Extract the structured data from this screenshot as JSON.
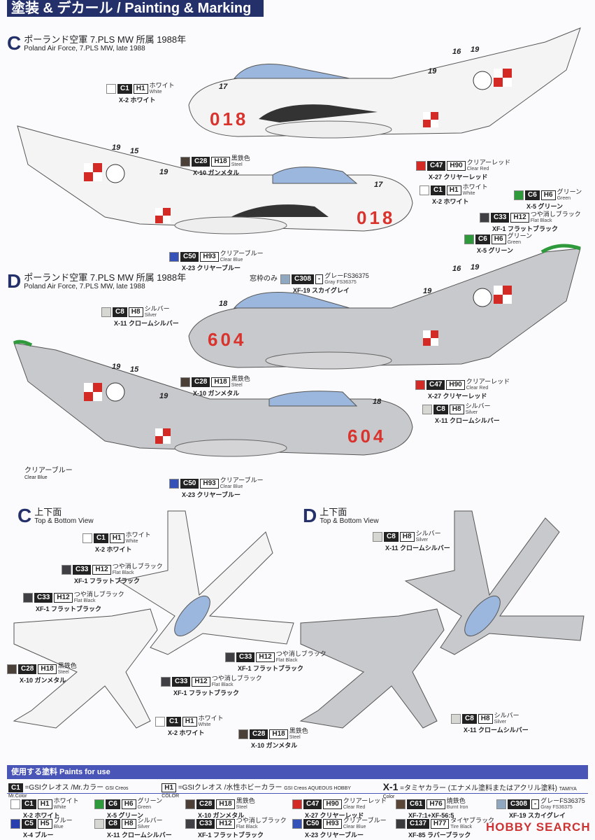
{
  "header": {
    "title": "塗装 & デカール / Painting & Marking"
  },
  "sections": {
    "c_side": {
      "letter": "C",
      "jp": "ポーランド空軍 7.PLS MW 所属 1988年",
      "en": "Poland Air Force, 7.PLS MW, late 1988"
    },
    "d_side": {
      "letter": "D",
      "jp": "ポーランド空軍 7.PLS MW 所属 1988年",
      "en": "Poland Air Force, 7.PLS MW, late 1988"
    },
    "c_top": {
      "letter": "C",
      "jp": "上下面",
      "en": "Top & Bottom View"
    },
    "d_top": {
      "letter": "D",
      "jp": "上下面",
      "en": "Top & Bottom View"
    }
  },
  "aircraft": {
    "c_code": "018",
    "d_code": "604",
    "c_fuselage": "#f3f3f3",
    "d_fuselage": "#c8c9cc",
    "canopy": "#9bb7de",
    "red": "#d8332d"
  },
  "decal_numbers": [
    "17",
    "16",
    "19",
    "19",
    "19",
    "15",
    "19",
    "17",
    "18",
    "16",
    "19",
    "19",
    "19",
    "15",
    "19",
    "18"
  ],
  "callouts": [
    {
      "color": "#ffffff",
      "c": "C1",
      "h": "H1",
      "jp": "ホワイト",
      "en": "White",
      "x": "X-2 ホワイト"
    },
    {
      "color": "#4a4037",
      "c": "C28",
      "h": "H18",
      "jp": "黒鉄色",
      "en": "Steel",
      "x": "X-10 ガンメタル"
    },
    {
      "color": "#d42a26",
      "c": "C47",
      "h": "H90",
      "jp": "クリアーレッド",
      "en": "Clear Red",
      "x": "X-27 クリヤーレッド"
    },
    {
      "color": "#ffffff",
      "c": "C1",
      "h": "H1",
      "jp": "ホワイト",
      "en": "White",
      "x": "X-2 ホワイト"
    },
    {
      "color": "#2f9a3c",
      "c": "C6",
      "h": "H6",
      "jp": "グリーン",
      "en": "Green",
      "x": "X-5 グリーン"
    },
    {
      "color": "#3f3f44",
      "c": "C33",
      "h": "H12",
      "jp": "つや消しブラック",
      "en": "Flat Black",
      "x": "XF-1 フラットブラック"
    },
    {
      "color": "#2f9a3c",
      "c": "C6",
      "h": "H6",
      "jp": "グリーン",
      "en": "Green",
      "x": "X-5 グリーン"
    },
    {
      "color": "#3552b8",
      "c": "C50",
      "h": "H93",
      "jp": "クリアーブルー",
      "en": "Clear Blue",
      "x": "X-23 クリヤーブルー"
    },
    {
      "color": "#8fa7bf",
      "c": "C308",
      "h": "-",
      "jp": "グレーFS36375",
      "en": "Gray FS36375",
      "x": "XF-19 スカイグレイ"
    },
    {
      "color": "#d6d6d2",
      "c": "C8",
      "h": "H8",
      "jp": "シルバー",
      "en": "Silver",
      "x": "X-11 クロームシルバー"
    },
    {
      "color": "#4a4037",
      "c": "C28",
      "h": "H18",
      "jp": "黒鉄色",
      "en": "Steel",
      "x": "X-10 ガンメタル"
    },
    {
      "color": "#d42a26",
      "c": "C47",
      "h": "H90",
      "jp": "クリアーレッド",
      "en": "Clear Red",
      "x": "X-27 クリヤーレッド"
    },
    {
      "color": "#d6d6d2",
      "c": "C8",
      "h": "H8",
      "jp": "シルバー",
      "en": "Silver",
      "x": "X-11 クロームシルバー"
    },
    {
      "color": "#3552b8",
      "c": "C50",
      "h": "H93",
      "jp": "クリアーブルー",
      "en": "Clear Blue",
      "x": "X-23 クリヤーブルー"
    },
    {
      "color": "#ffffff",
      "c": "C1",
      "h": "H1",
      "jp": "ホワイト",
      "en": "White",
      "x": "X-2 ホワイト"
    },
    {
      "color": "#3f3f44",
      "c": "C33",
      "h": "H12",
      "jp": "つや消しブラック",
      "en": "Flat Black",
      "x": "XF-1 フラットブラック"
    },
    {
      "color": "#3f3f44",
      "c": "C33",
      "h": "H12",
      "jp": "つや消しブラック",
      "en": "Flat Black",
      "x": "XF-1 フラットブラック"
    },
    {
      "color": "#4a4037",
      "c": "C28",
      "h": "H18",
      "jp": "黒鉄色",
      "en": "Steel",
      "x": "X-10 ガンメタル"
    },
    {
      "color": "#3f3f44",
      "c": "C33",
      "h": "H12",
      "jp": "つや消しブラック",
      "en": "Flat Black",
      "x": "XF-1 フラットブラック"
    },
    {
      "color": "#3f3f44",
      "c": "C33",
      "h": "H12",
      "jp": "つや消しブラック",
      "en": "Flat Black",
      "x": "XF-1 フラットブラック"
    },
    {
      "color": "#ffffff",
      "c": "C1",
      "h": "H1",
      "jp": "ホワイト",
      "en": "White",
      "x": "X-2 ホワイト"
    },
    {
      "color": "#d6d6d2",
      "c": "C8",
      "h": "H8",
      "jp": "シルバー",
      "en": "Silver",
      "x": "X-11 クロームシルバー"
    },
    {
      "color": "#d6d6d2",
      "c": "C8",
      "h": "H8",
      "jp": "シルバー",
      "en": "Silver",
      "x": "X-11 クロームシルバー"
    },
    {
      "color": "#4a4037",
      "c": "C28",
      "h": "H18",
      "jp": "黒鉄色",
      "en": "Steel",
      "x": "X-10 ガンメタル"
    }
  ],
  "notes": {
    "frame_only": "窓枠のみ",
    "clear_blue_jp": "クリアーブルー",
    "clear_blue_en": "Clear Blue"
  },
  "paints": {
    "title": "使用する塗料 Paints for use",
    "legend": [
      {
        "key": "C1",
        "text": "=GSIクレオス /Mr.カラー",
        "en": "GSI Creos Mr.Color"
      },
      {
        "key": "H1",
        "text": "=GSIクレオス /水性ホビーカラー",
        "en": "GSI Creos AQUEOUS HOBBY COLOR"
      },
      {
        "key": "X-1",
        "text": "=タミヤカラー (エナメル塗料またはアクリル塗料)",
        "en": "TAMIYA Color"
      }
    ],
    "items": [
      {
        "color": "#ffffff",
        "c": "C1",
        "h": "H1",
        "jp": "ホワイト",
        "en": "White",
        "x": "X-2 ホワイト"
      },
      {
        "color": "#2f9a3c",
        "c": "C6",
        "h": "H6",
        "jp": "グリーン",
        "en": "Green",
        "x": "X-5 グリーン"
      },
      {
        "color": "#4a4037",
        "c": "C28",
        "h": "H18",
        "jp": "黒鉄色",
        "en": "Steel",
        "x": "X-10 ガンメタル"
      },
      {
        "color": "#d42a26",
        "c": "C47",
        "h": "H90",
        "jp": "クリアーレッド",
        "en": "Clear Red",
        "x": "X-27 クリヤーレッド"
      },
      {
        "color": "#5a4636",
        "c": "C61",
        "h": "H76",
        "jp": "焼鉄色",
        "en": "Burnt Iron",
        "x": "XF-7:1+XF-56:5"
      },
      {
        "color": "#8fa7bf",
        "c": "C308",
        "h": "-",
        "jp": "グレーFS36375",
        "en": "Gray FS36375",
        "x": "XF-19 スカイグレイ"
      },
      {
        "color": "#2a3fae",
        "c": "C5",
        "h": "H5",
        "jp": "ブルー",
        "en": "Blue",
        "x": "X-4 ブルー"
      },
      {
        "color": "#d6d6d2",
        "c": "C8",
        "h": "H8",
        "jp": "シルバー",
        "en": "Silver",
        "x": "X-11 クロームシルバー"
      },
      {
        "color": "#3f3f44",
        "c": "C33",
        "h": "H12",
        "jp": "つや消しブラック",
        "en": "Flat Black",
        "x": "XF-1 フラットブラック"
      },
      {
        "color": "#3552b8",
        "c": "C50",
        "h": "H93",
        "jp": "クリアーブルー",
        "en": "Clear Blue",
        "x": "X-23 クリヤーブルー"
      },
      {
        "color": "#3a3a3c",
        "c": "C137",
        "h": "H77",
        "jp": "タイヤブラック",
        "en": "Tire Black",
        "x": "XF-85 ラバーブラック"
      }
    ]
  },
  "watermark": "HOBBY SEARCH"
}
